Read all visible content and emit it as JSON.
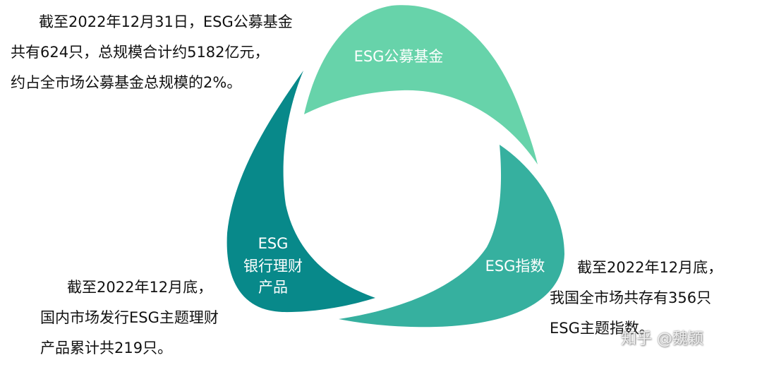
{
  "colors": {
    "esg_fund": "#67D3AA",
    "esg_index": "#36B09F",
    "esg_bank_wealth": "#08898A",
    "text": "#111111"
  },
  "segments": {
    "fund": {
      "label": "ESG公募基金"
    },
    "index": {
      "label": "ESG指数"
    },
    "bank": {
      "label_lines": [
        "ESG",
        "银行理财",
        "产品"
      ]
    }
  },
  "notes": {
    "fund": [
      "截至2022年12月31日，ESG公募基金",
      "共有624只，总规模合计约5182亿元，",
      "约占全市场公募基金总规模的2%。"
    ],
    "bank": [
      "截至2022年12月底，",
      "国内市场发行ESG主题理财",
      "产品累计共219只。"
    ],
    "index": [
      "截至2022年12月底，",
      "我国全市场共存有356只",
      "ESG主题指数。"
    ]
  },
  "watermark": "知乎 @魏颖"
}
